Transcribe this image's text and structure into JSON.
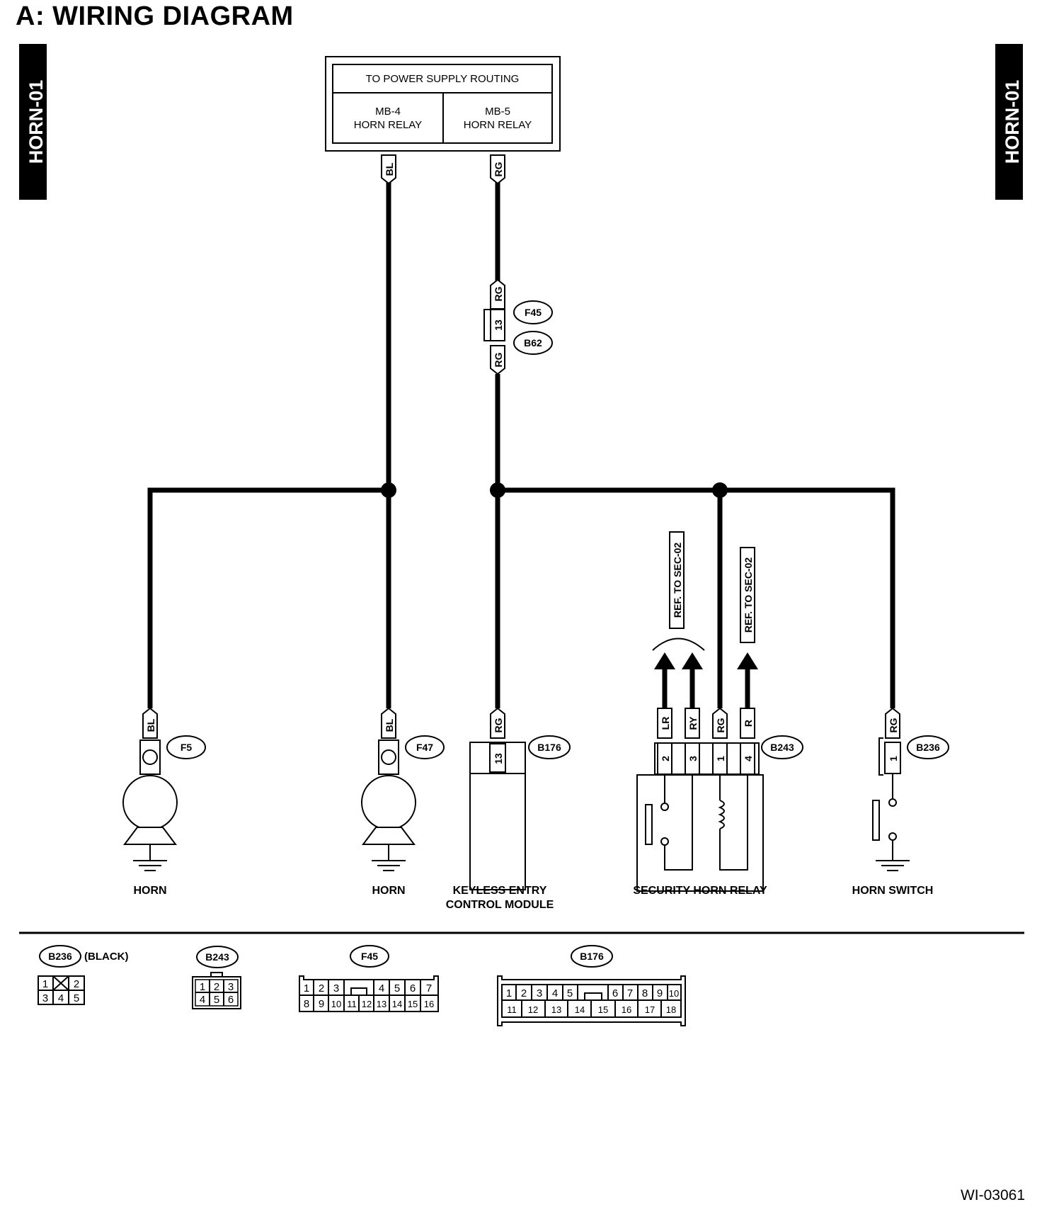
{
  "title": "A:  WIRING DIAGRAM",
  "side_tab": "HORN-01",
  "figure_code": "WI-03061",
  "power_box": {
    "header": "TO POWER SUPPLY ROUTING",
    "left": [
      "MB-4",
      "HORN RELAY"
    ],
    "right": [
      "MB-5",
      "HORN RELAY"
    ]
  },
  "wire_colors": {
    "bl": "BL",
    "rg": "RG",
    "lr": "LR",
    "ry": "RY",
    "r": "R"
  },
  "connectors": {
    "f5": "F5",
    "f47": "F47",
    "f45": "F45",
    "b62": "B62",
    "b176": "B176",
    "b243": "B243",
    "b236": "B236"
  },
  "pins": {
    "f45_b62": "13",
    "b176": "13",
    "b243": [
      "2",
      "3",
      "1",
      "4"
    ],
    "b236": "1"
  },
  "ref_label": "REF. TO SEC-02",
  "components": {
    "horn1": "HORN",
    "horn2": "HORN",
    "keyless": [
      "KEYLESS ENTRY",
      "CONTROL MODULE"
    ],
    "security": "SECURITY HORN RELAY",
    "horn_switch": "HORN SWITCH"
  },
  "legend": {
    "b236": {
      "id": "B236",
      "note": "(BLACK)",
      "row1": [
        "1",
        "",
        "2"
      ],
      "row2": [
        "3",
        "4",
        "5"
      ]
    },
    "b243": {
      "id": "B243",
      "row1": [
        "1",
        "2",
        "3"
      ],
      "row2": [
        "4",
        "5",
        "6"
      ]
    },
    "f45": {
      "id": "F45",
      "row1": [
        "1",
        "2",
        "3",
        "4",
        "5",
        "6",
        "7"
      ],
      "row2": [
        "8",
        "9",
        "10",
        "11",
        "12",
        "13",
        "14",
        "15",
        "16"
      ]
    },
    "b176": {
      "id": "B176",
      "row1": [
        "1",
        "2",
        "3",
        "4",
        "5",
        "6",
        "7",
        "8",
        "9",
        "10"
      ],
      "row2": [
        "11",
        "12",
        "13",
        "14",
        "15",
        "16",
        "17",
        "18"
      ]
    }
  }
}
